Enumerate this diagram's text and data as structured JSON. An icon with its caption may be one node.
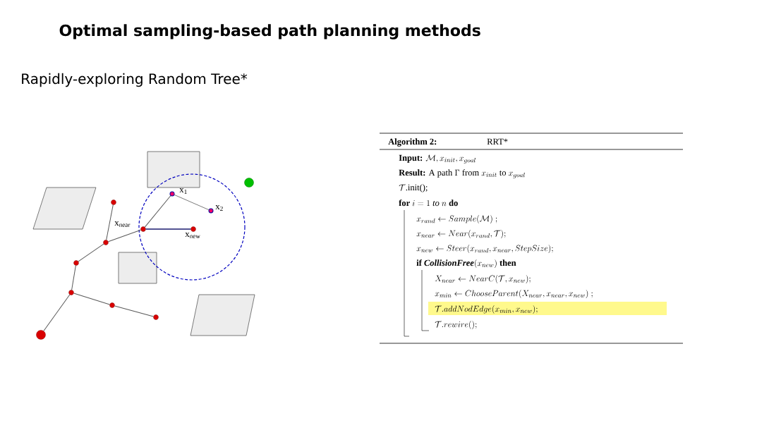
{
  "diagram": {
    "title": "Optimal sampling-based path planning methods",
    "nodes": [
      {
        "text": [],
        "shape": "circle"
      },
      {
        "text": [],
        "shape": "circle"
      },
      {
        "text": [],
        "shape": "circle"
      },
      {
        "text": [],
        "shape": "circle"
      },
      {
        "text": [],
        "shape": "circle"
      },
      {
        "text": [],
        "shape": "circle",
        "beside": [
          "x$_{near}$"
        ]
      },
      {
        "text": [],
        "shape": "circle",
        "beside": [
          "x$_{1}$"
        ]
      },
      {
        "text": [],
        "shape": "circle",
        "beside": [
          "x$_{2}$"
        ]
      },
      {
        "text": [],
        "shape": "circle",
        "beside": [
          "x$_{new}$"
        ]
      },
      {
        "text": [],
        "shape": "circle"
      },
      {
        "text": [],
        "shape": "circle"
      },
      {
        "text": [],
        "shape": "circle"
      }
    ],
    "edges": [
      {
        "from": 0,
        "to": 1,
        "arrow": "none"
      },
      {
        "from": 1,
        "to": 2,
        "arrow": "none"
      },
      {
        "from": 2,
        "to": 3,
        "arrow": "none"
      },
      {
        "from": 3,
        "to": 4,
        "arrow": "none"
      },
      {
        "from": 3,
        "to": 5,
        "arrow": "none"
      },
      {
        "from": 5,
        "to": 6,
        "arrow": "none"
      },
      {
        "from": 6,
        "to": 7,
        "arrow": "none",
        "color": "#222222"
      },
      {
        "from": 5,
        "to": 8,
        "arrow": "none",
        "color": "#1a1a6e"
      },
      {
        "from": 1,
        "to": 9,
        "arrow": "none"
      },
      {
        "from": 9,
        "to": 10,
        "arrow": "none"
      }
    ],
    "labels": [
      "Rapidly-exploring Random Tree*",
      "\\textbf{Algorithm 2:}",
      "RRT*",
      "\\textbf{Input: }\\mathcal{M},x_{init},x_{goal}",
      "\\textbf{Result: }\\text{A path }\\Gamma\\text{ from }x_{init}\\text{ to }x_{goal}",
      "\\mathcal{T}\\text{.init();}",
      "\\textbf{for }i=1\\ \\mathit{to}\\ n\\ \\textbf{do}",
      "x_{rand}\\leftarrow Sample(\\mathcal{M})\\ ;",
      "x_{near}\\leftarrow Near(x_{rand},\\mathcal{T});",
      "x_{new}\\leftarrow Steer(x_{rand},x_{near},StepSize);",
      "\\textbf{if }\\textbf{\\textit{CollisionFree}}(x_{new})\\textbf{ then}",
      "X_{near}\\leftarrow NearC(\\mathcal{T},x_{new});",
      "x_{min}\\leftarrow ChooseParent(X_{near},x_{near},x_{new})\\ ;",
      "\\mathcal{T}.addNodEdge(x_{min},x_{new});",
      "\\mathcal{T}.rewire();"
    ]
  }
}
